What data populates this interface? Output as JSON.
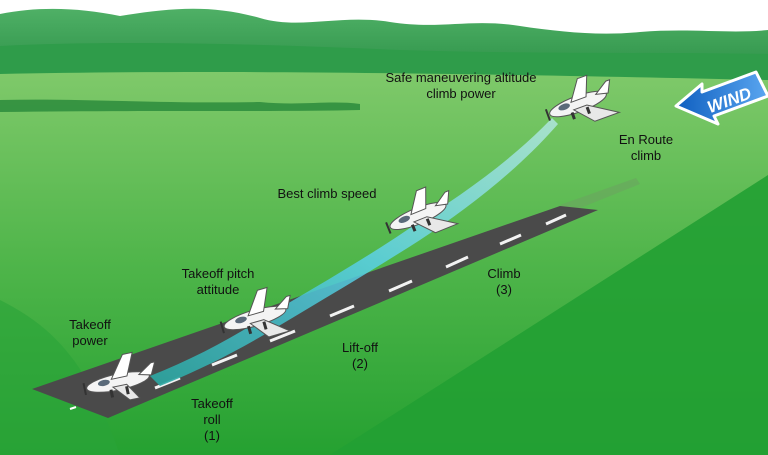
{
  "wind": {
    "label": "WIND"
  },
  "labels": {
    "takeoff_power": [
      "Takeoff",
      "power"
    ],
    "takeoff_roll": [
      "Takeoff",
      "roll",
      "(1)"
    ],
    "takeoff_pitch": [
      "Takeoff pitch",
      "attitude"
    ],
    "lift_off": [
      "Lift-off",
      "(2)"
    ],
    "best_climb": [
      "Best climb speed"
    ],
    "climb": [
      "Climb",
      "(3)"
    ],
    "safe_maneuvering": [
      "Safe maneuvering altitude",
      "climb power"
    ],
    "en_route": [
      "En Route",
      "climb"
    ]
  },
  "colors": {
    "sky": "#ffffff",
    "far_hills": "#2e9e47",
    "near_hills": "#3fad58",
    "field": "#4fb54a",
    "foreground": "#1f9a2f",
    "runway": "#4a4a4a",
    "flight_path": "#5ad0e8",
    "wind_arrow": "#2b7fd6"
  }
}
